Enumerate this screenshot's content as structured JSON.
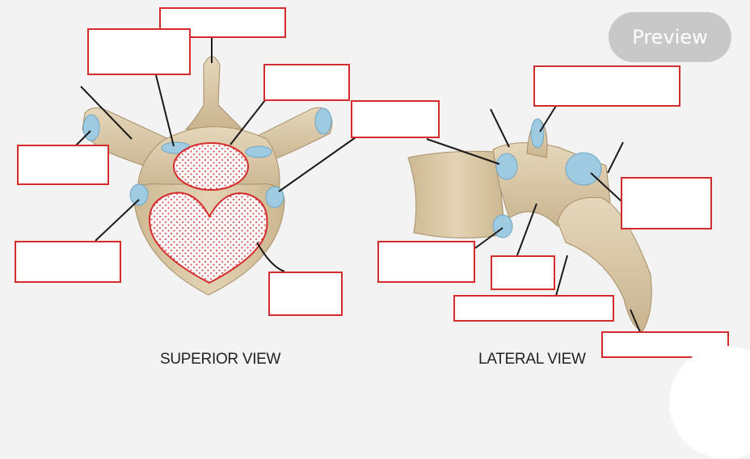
{
  "colors": {
    "bone": "#d9c7a8",
    "bone_dark": "#b59f7c",
    "cartilage": "#9fcbe2",
    "label_border": "#d62b2b",
    "dot_fill": "#e05050",
    "leader": "#1a1a1a",
    "preview_bg": "#c8c8c8"
  },
  "preview_button": {
    "label": "Preview",
    "icon": "none"
  },
  "views": {
    "superior": {
      "caption": "SUPERIOR VIEW"
    },
    "lateral": {
      "caption": "LATERAL VIEW"
    }
  },
  "label_boxes": {
    "superior": [
      {
        "id": "spinous-process",
        "value": ""
      },
      {
        "id": "lamina",
        "value": ""
      },
      {
        "id": "vertebral-foramen",
        "value": ""
      },
      {
        "id": "transverse-process",
        "value": ""
      },
      {
        "id": "superior-articular-facet",
        "value": ""
      },
      {
        "id": "pedicle",
        "value": ""
      },
      {
        "id": "costal-facet",
        "value": ""
      },
      {
        "id": "body",
        "value": ""
      }
    ],
    "lateral": [
      {
        "id": "superior-articular-process",
        "value": ""
      },
      {
        "id": "superior-costal-facet",
        "value": ""
      },
      {
        "id": "transverse-costal-facet",
        "value": ""
      },
      {
        "id": "inferior-costal-facet",
        "value": ""
      },
      {
        "id": "inferior-vertebral-notch",
        "value": ""
      },
      {
        "id": "inferior-articular-process",
        "value": ""
      },
      {
        "id": "spinous-process",
        "value": ""
      }
    ]
  }
}
